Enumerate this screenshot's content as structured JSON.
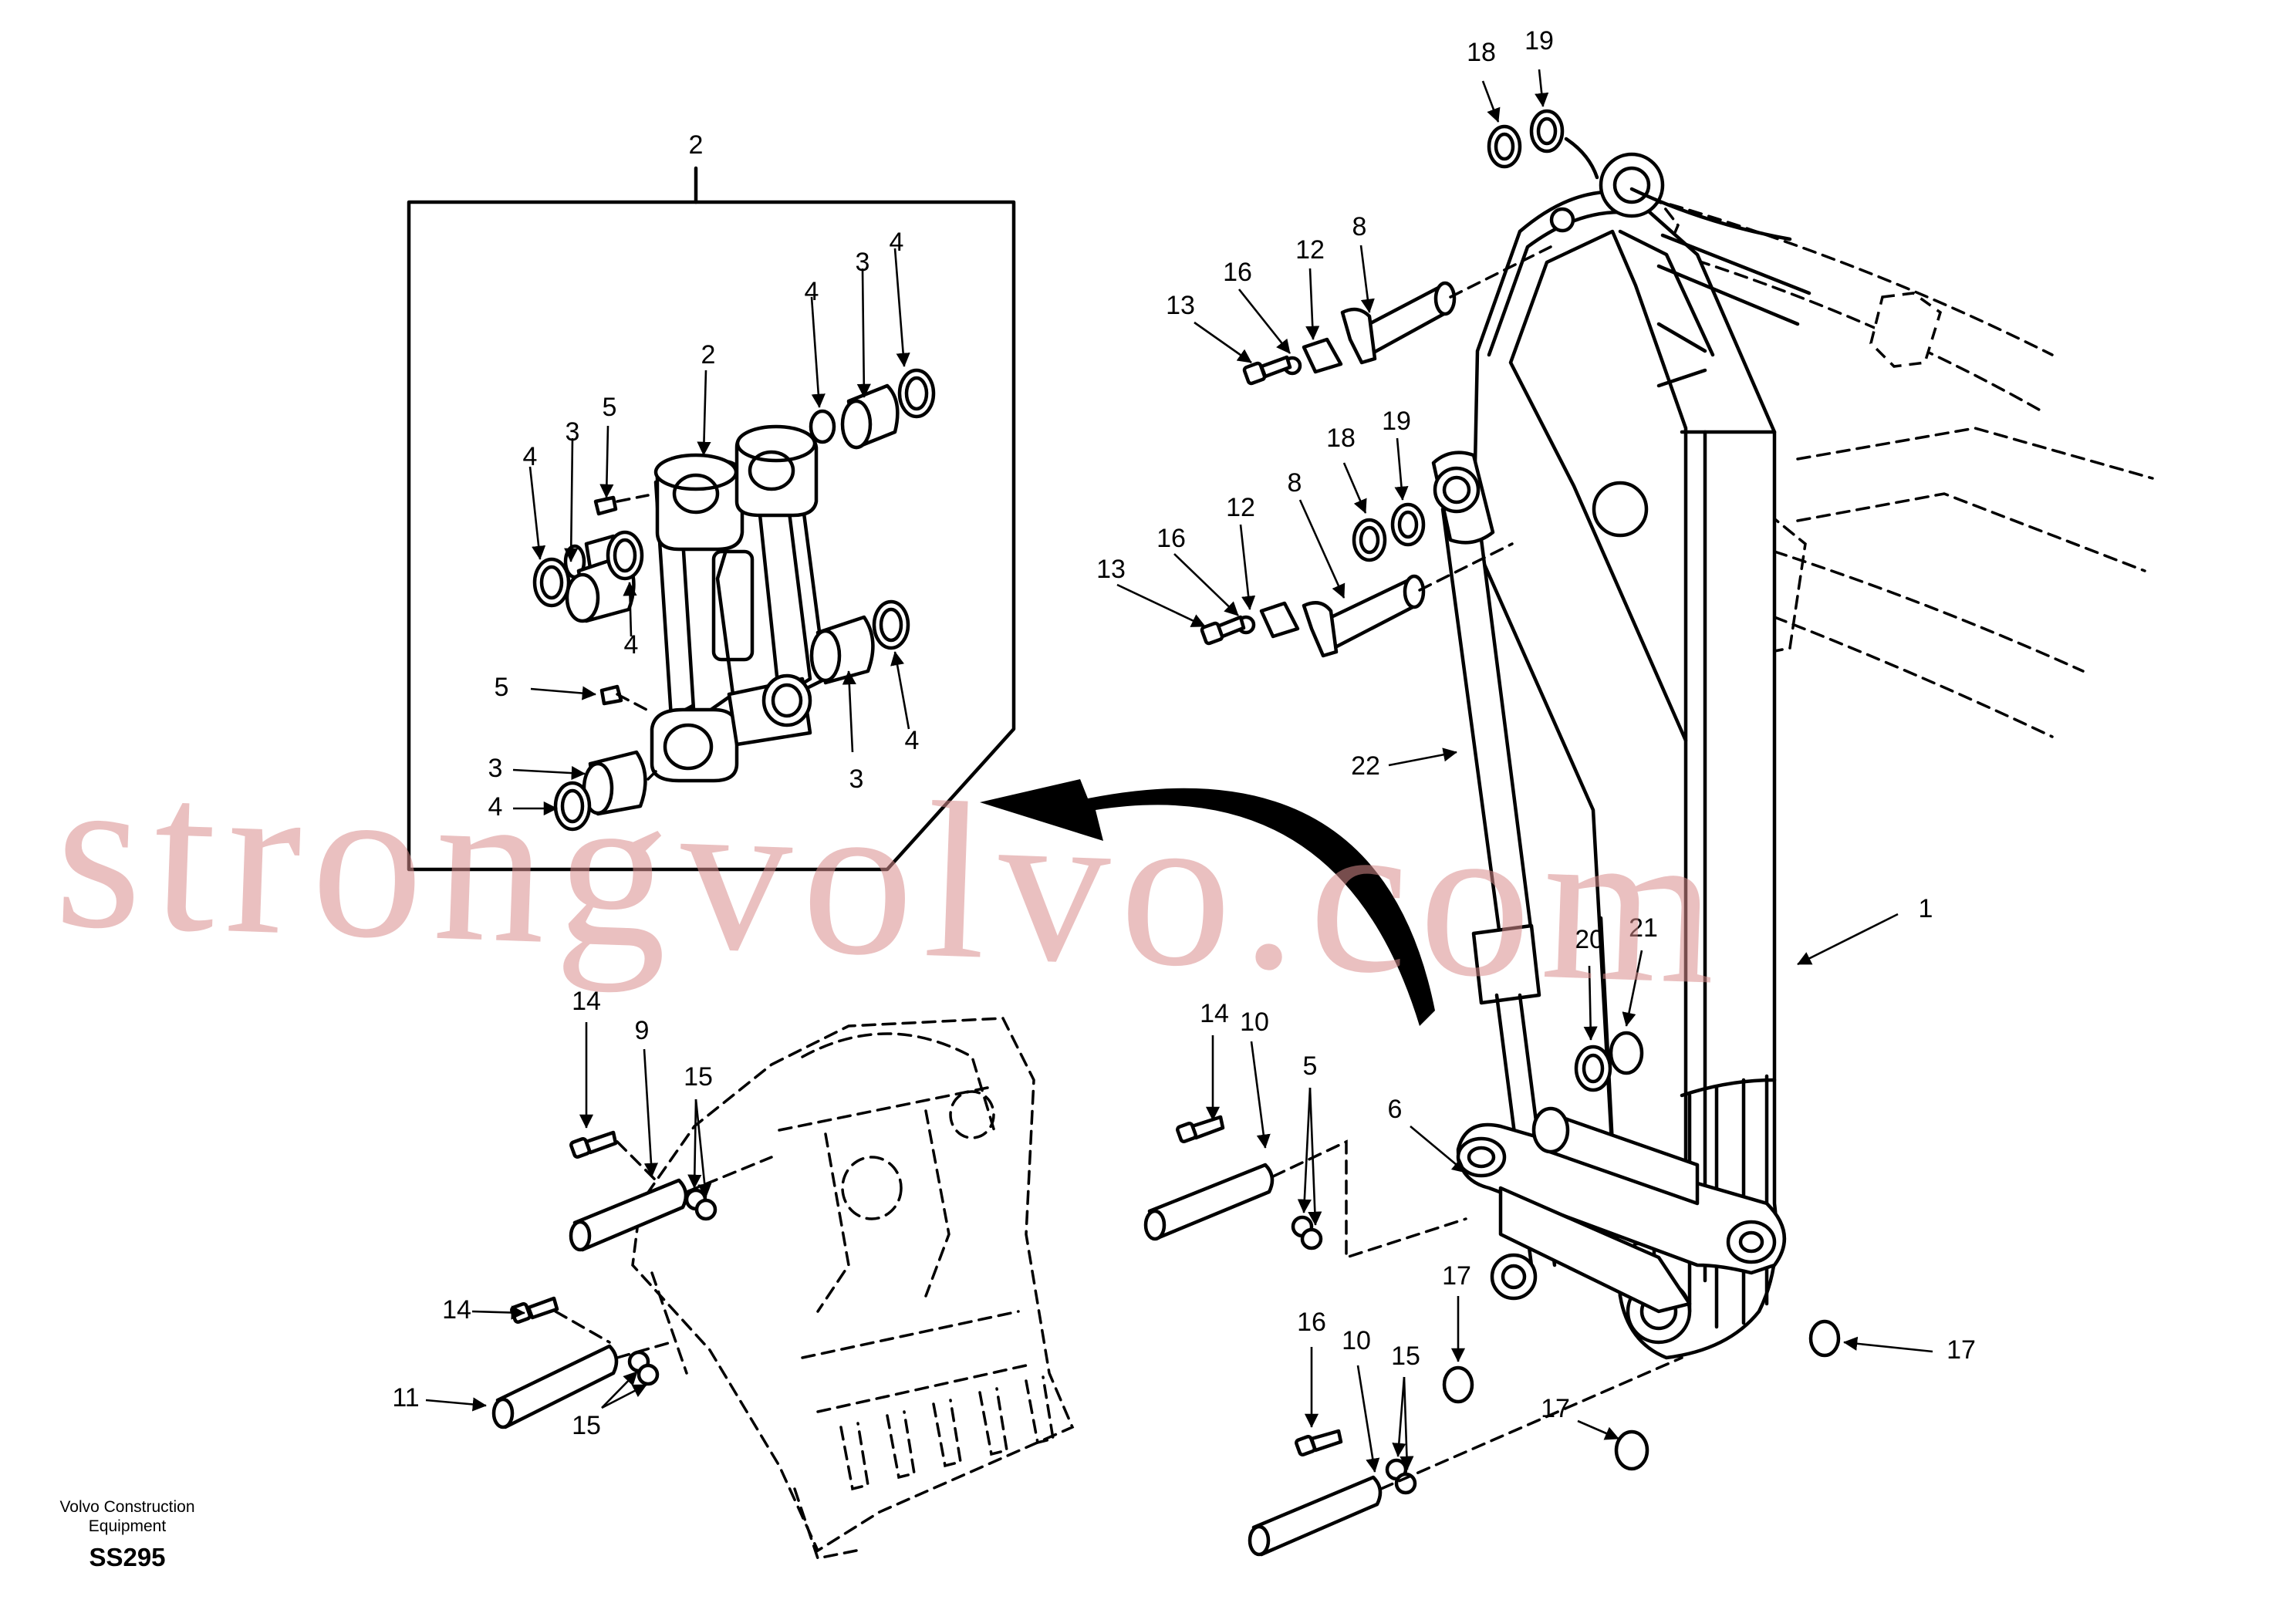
{
  "watermark": "strongvolvo.com",
  "footer": {
    "company_line1": "Volvo Construction",
    "company_line2": "Equipment",
    "drawing_code": "SS295"
  },
  "callouts": [
    {
      "n": "1"
    },
    {
      "n": "2"
    },
    {
      "n": "2"
    },
    {
      "n": "3"
    },
    {
      "n": "3"
    },
    {
      "n": "3"
    },
    {
      "n": "3"
    },
    {
      "n": "4"
    },
    {
      "n": "4"
    },
    {
      "n": "4"
    },
    {
      "n": "4"
    },
    {
      "n": "4"
    },
    {
      "n": "4"
    },
    {
      "n": "5"
    },
    {
      "n": "5"
    },
    {
      "n": "18"
    },
    {
      "n": "19"
    },
    {
      "n": "8"
    },
    {
      "n": "12"
    },
    {
      "n": "16"
    },
    {
      "n": "13"
    },
    {
      "n": "18"
    },
    {
      "n": "19"
    },
    {
      "n": "8"
    },
    {
      "n": "12"
    },
    {
      "n": "16"
    },
    {
      "n": "13"
    },
    {
      "n": "22"
    },
    {
      "n": "20"
    },
    {
      "n": "21"
    },
    {
      "n": "14"
    },
    {
      "n": "10"
    },
    {
      "n": "5"
    },
    {
      "n": "6"
    },
    {
      "n": "17"
    },
    {
      "n": "17"
    },
    {
      "n": "17"
    },
    {
      "n": "16"
    },
    {
      "n": "10"
    },
    {
      "n": "15"
    },
    {
      "n": "14"
    },
    {
      "n": "9"
    },
    {
      "n": "15"
    },
    {
      "n": "14"
    },
    {
      "n": "11"
    },
    {
      "n": "15"
    }
  ]
}
